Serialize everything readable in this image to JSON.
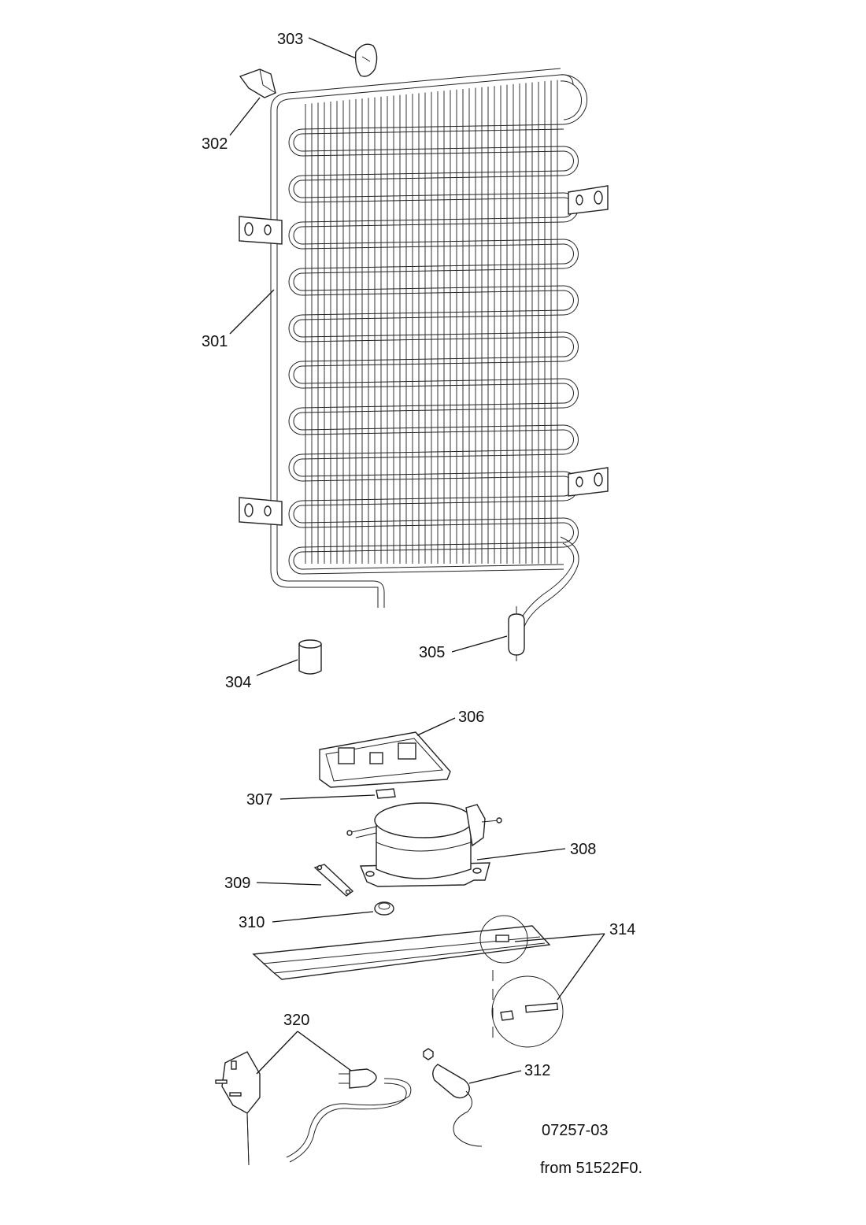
{
  "diagram": {
    "callouts": {
      "c301": "301",
      "c302": "302",
      "c303": "303",
      "c304": "304",
      "c305": "305",
      "c306": "306",
      "c307": "307",
      "c308": "308",
      "c309": "309",
      "c310": "310",
      "c312": "312",
      "c314": "314",
      "c320": "320"
    },
    "drawing_number": "07257-03",
    "source_note": "from 51522F0."
  },
  "colors": {
    "ink": "#111111",
    "background": "#ffffff"
  }
}
